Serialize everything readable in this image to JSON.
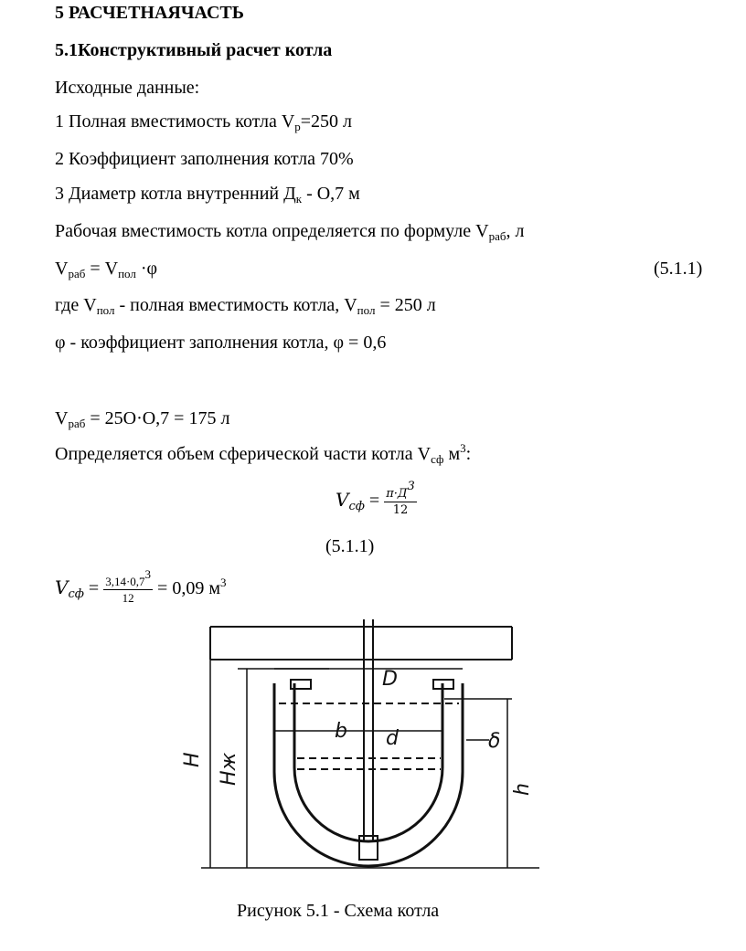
{
  "heading": "5 РАСЧЕТНАЯЧАСТЬ",
  "subheading": "5.1Конструктивный расчет котла",
  "intro": "Исходные данные:",
  "item1": {
    "text": "1 Полная вместимость котла V",
    "sub": "р",
    "tail": "=250 л"
  },
  "item2": "2 Коэффициент заполнения котла 70%",
  "item3": {
    "text": "3 Диаметр котла внутренний Д",
    "sub": "к",
    "tail": " - О,7 м"
  },
  "formula_intro": {
    "text": "Рабочая вместимость котла определяется по формуле V",
    "sub": "раб",
    "tail": ", л"
  },
  "eq1": {
    "v1": "V",
    "s1": "раб",
    "mid": " = V",
    "s2": "пол",
    "tail": " ·φ",
    "number": "(5.1.1)"
  },
  "where1": {
    "text": "где V",
    "s1": "пол",
    "mid": " - полная вместимость котла, V",
    "s2": "пол",
    "tail": " = 250 л"
  },
  "where2": "φ - коэффициент заполнения котла, φ = 0,6",
  "calc1": {
    "v": "V",
    "sub": "раб",
    "tail": " = 25О·О,7 = 175 л"
  },
  "sphere_intro": {
    "text": "Определяется объем сферической части котла V",
    "sub": "сф",
    "tail": " м",
    "sup": "3",
    "end": ":"
  },
  "eq2": {
    "lhs": "V",
    "lhs_sub": "сф",
    "eq": " = ",
    "num": "π·Д",
    "num_sup": "3",
    "den": "12",
    "number": "(5.1.1)"
  },
  "calc2": {
    "lhs": "V",
    "lhs_sub": "сф",
    "eq": " = ",
    "num": "3,14·0,7",
    "num_sup": "3",
    "den": "12",
    "result": " = 0,09 м",
    "result_sup": "3"
  },
  "figure": {
    "labels": [
      "H",
      "Hж",
      "D",
      "b",
      "d",
      "δ",
      "h"
    ],
    "caption": "Рисунок 5.1 - Схема котла"
  }
}
